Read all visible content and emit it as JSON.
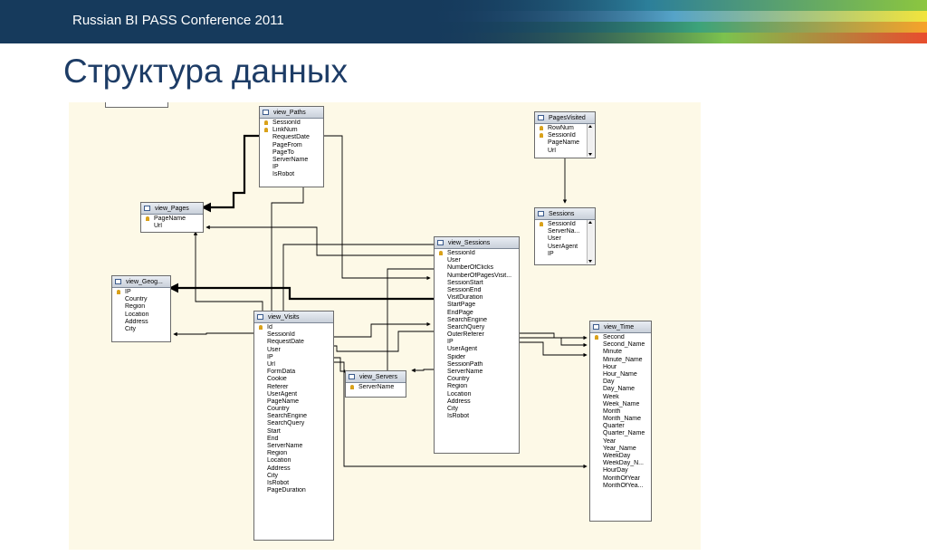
{
  "header": {
    "conference": "Russian BI PASS Conference 2011"
  },
  "slide": {
    "title": "Структура данных"
  },
  "tables": {
    "view_paths": {
      "name": "view_Paths",
      "fields": [
        "SessionId",
        "LinkNum",
        "RequestDate",
        "PageFrom",
        "PageTo",
        "ServerName",
        "IP",
        "IsRobot"
      ]
    },
    "view_pages": {
      "name": "view_Pages",
      "fields": [
        "PageName",
        "Url"
      ]
    },
    "view_geog": {
      "name": "view_Geog...",
      "fields": [
        "IP",
        "Country",
        "Region",
        "Location",
        "Address",
        "City"
      ]
    },
    "view_visits": {
      "name": "view_Visits",
      "fields": [
        "Id",
        "SessionId",
        "RequestDate",
        "User",
        "IP",
        "Url",
        "FormData",
        "Cookie",
        "Referer",
        "UserAgent",
        "PageName",
        "Country",
        "SearchEngine",
        "SearchQuery",
        "Start",
        "End",
        "ServerName",
        "Region",
        "Location",
        "Address",
        "City",
        "IsRobot",
        "PageDuration"
      ]
    },
    "view_servers": {
      "name": "view_Servers",
      "fields": [
        "ServerName"
      ]
    },
    "view_sessions": {
      "name": "view_Sessions",
      "fields": [
        "SessionId",
        "User",
        "NumberOfClicks",
        "NumberOfPagesVisit...",
        "SessionStart",
        "SessionEnd",
        "VisitDuration",
        "StartPage",
        "EndPage",
        "SearchEngine",
        "SearchQuery",
        "OuterReferer",
        "IP",
        "UserAgent",
        "Spider",
        "SessionPath",
        "ServerName",
        "Country",
        "Region",
        "Location",
        "Address",
        "City",
        "IsRobot"
      ]
    },
    "pages_visited": {
      "name": "PagesVisited",
      "fields": [
        "RowNum",
        "SessionId",
        "PageName",
        "Url"
      ]
    },
    "sessions": {
      "name": "Sessions",
      "fields": [
        "SessionId",
        "ServerNa...",
        "User",
        "UserAgent",
        "IP"
      ]
    },
    "view_time": {
      "name": "view_Time",
      "fields": [
        "Second",
        "Second_Name",
        "Minute",
        "Minute_Name",
        "Hour",
        "Hour_Name",
        "Day",
        "Day_Name",
        "Week",
        "Week_Name",
        "Month",
        "Month_Name",
        "Quarter",
        "Quarter_Name",
        "Year",
        "Year_Name",
        "WeekDay",
        "WeekDay_N...",
        "HourDay",
        "MonthOfYear",
        "MonthOfYea..."
      ]
    }
  },
  "colors": {
    "header_bg": "#163a5c",
    "title_text": "#1d3c66",
    "canvas_bg": "#fdf9e7",
    "key_icon": "#d9a11a"
  }
}
